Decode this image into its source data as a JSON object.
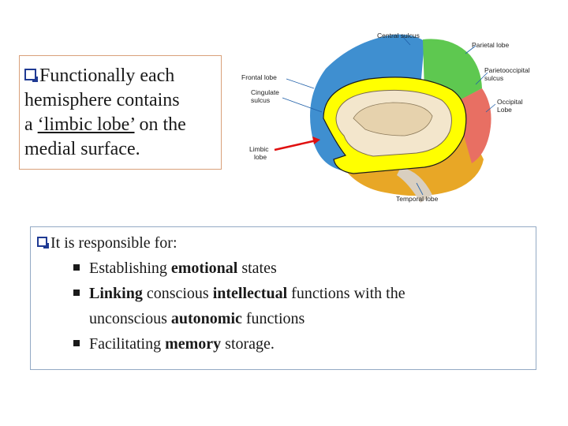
{
  "intro": {
    "line1": "Functionally each",
    "line2": "hemisphere contains",
    "line3_pre": "a ",
    "line3_ul": "‘limbic lobe’",
    "line3_post": " on the",
    "line4": "medial surface."
  },
  "figure": {
    "labels": {
      "central_sulcus": "Central sulcus",
      "parietal_lobe": "Parietal lobe",
      "parietooccipital_1": "Parietooccipital",
      "parietooccipital_2": "sulcus",
      "frontal_lobe": "Frontal lobe",
      "cingulate_1": "Cingulate",
      "cingulate_2": "sulcus",
      "occipital_1": "Occipital",
      "occipital_2": "Lobe",
      "limbic_1": "Limbic",
      "limbic_2": "lobe",
      "temporal_lobe": "Temporal lobe"
    },
    "colors": {
      "frontal": "#3f8fd0",
      "parietal": "#5ec850",
      "occipital": "#e86f63",
      "temporal": "#e8a726",
      "limbic_outline": "#ffff00",
      "arrow": "#e01010"
    }
  },
  "functions": {
    "heading": "It is responsible for:",
    "items": [
      {
        "parts": [
          {
            "t": "Establishing ",
            "b": false
          },
          {
            "t": "emotional",
            "b": true
          },
          {
            "t": " states",
            "b": false
          }
        ]
      },
      {
        "line1": [
          {
            "t": "Linking",
            "b": true
          },
          {
            "t": " conscious ",
            "b": false
          },
          {
            "t": "intellectual",
            "b": true
          },
          {
            "t": " functions with the",
            "b": false
          }
        ],
        "line2": [
          {
            "t": "unconscious ",
            "b": false
          },
          {
            "t": "autonomic",
            "b": true
          },
          {
            "t": " functions",
            "b": false
          }
        ]
      },
      {
        "parts": [
          {
            "t": "Facilitating ",
            "b": false
          },
          {
            "t": "memory",
            "b": true
          },
          {
            "t": " storage.",
            "b": false
          }
        ]
      }
    ]
  }
}
